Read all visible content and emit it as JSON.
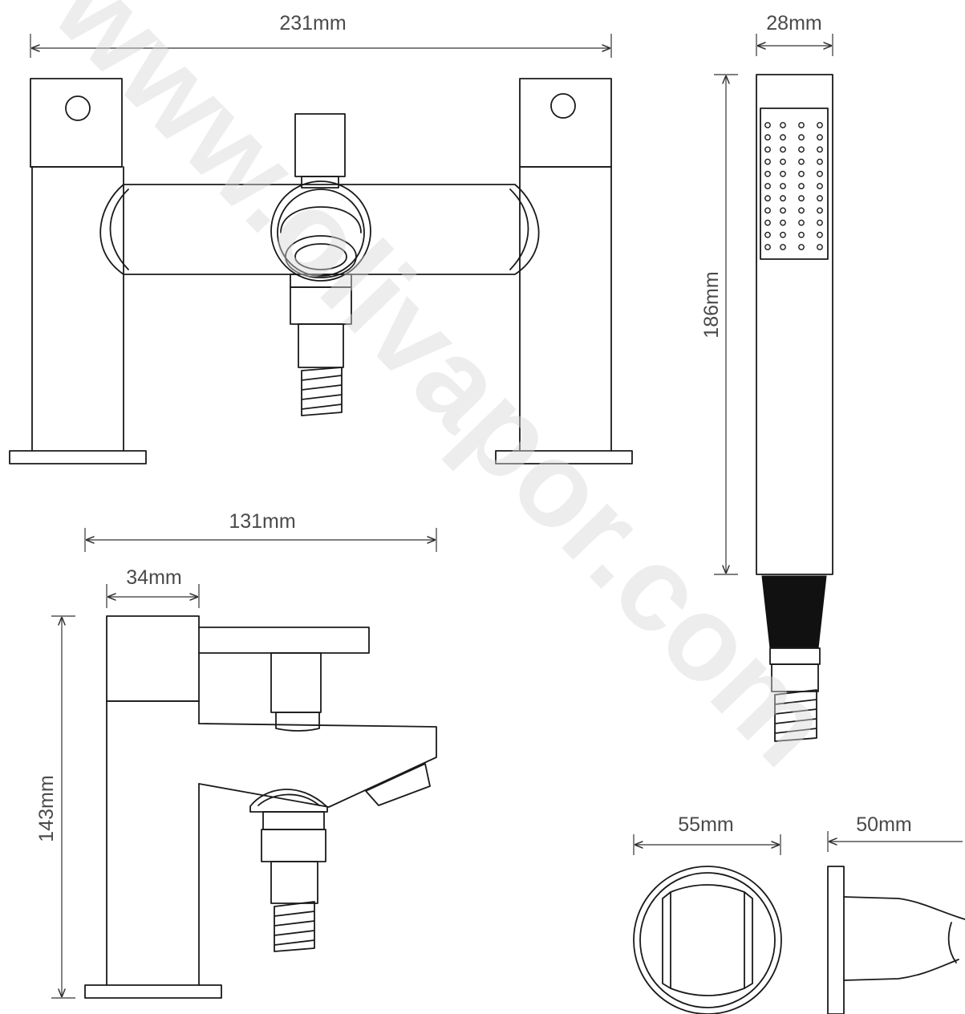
{
  "watermark": "www.olivapor.com",
  "dimensions": {
    "front_width": "231mm",
    "handset_width": "28mm",
    "handset_length": "186mm",
    "side_depth": "131mm",
    "side_handle_width": "34mm",
    "side_height": "143mm",
    "holder_diameter": "55mm",
    "holder_projection": "50mm"
  },
  "colors": {
    "line": "#1a1a1a",
    "dimension_text": "#4a4a4a",
    "hose_cone": "#111111"
  }
}
